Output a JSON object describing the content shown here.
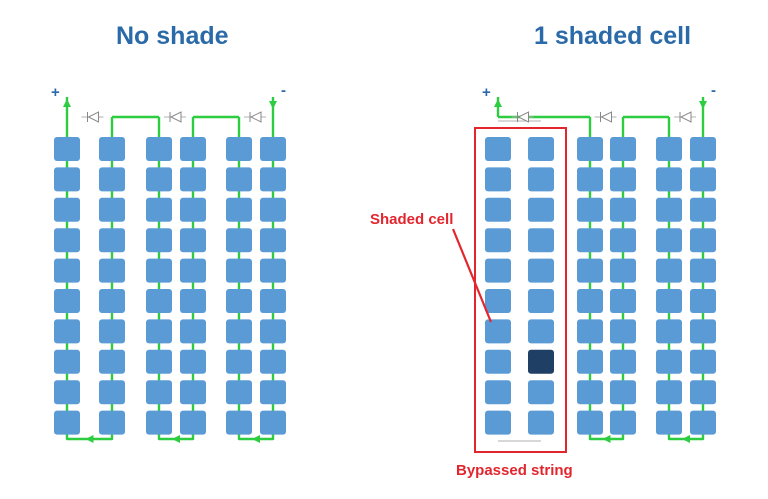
{
  "titles": {
    "left": "No shade",
    "right": "1 shaded cell"
  },
  "terminals": {
    "plus": "+",
    "minus": "-"
  },
  "annotations": {
    "shaded_cell": "Shaded cell",
    "bypassed_string": "Bypassed string"
  },
  "colors": {
    "cell": "#5b9bd5",
    "shaded_cell": "#1f3f64",
    "wire": "#2ecc40",
    "title": "#2b6aa8",
    "annotation": "#e3262e"
  },
  "panels": [
    {
      "name": "no-shade",
      "rows": 10,
      "columns": 6,
      "shaded_cells": [],
      "bypassed_strings": []
    },
    {
      "name": "one-shaded-cell",
      "rows": 10,
      "columns": 6,
      "shaded_cells": [
        {
          "column": 1,
          "row": 7
        }
      ],
      "bypassed_strings": [
        1
      ]
    }
  ]
}
